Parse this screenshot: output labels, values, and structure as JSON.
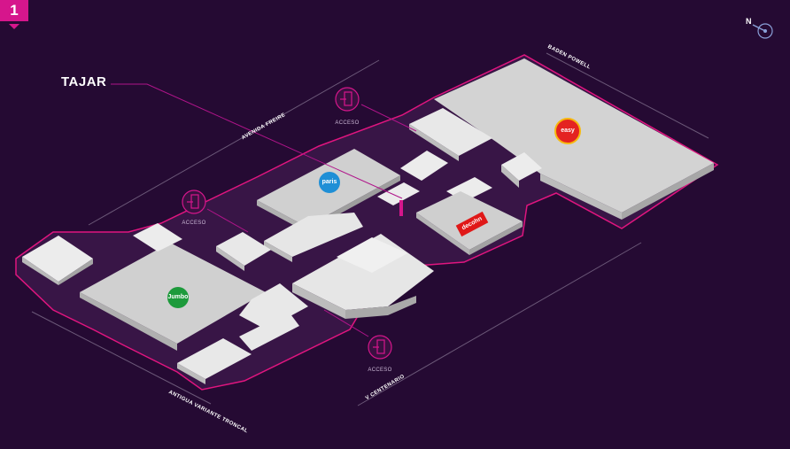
{
  "floor": {
    "number": "1"
  },
  "compass": {
    "label": "N"
  },
  "highlighted_store": {
    "name": "TAJAR"
  },
  "streets": {
    "avenida_freire": "AVENIDA FREIRE",
    "baden_powell": "BADEN POWELL",
    "antigua_variante": "ANTIGUA VARIANTE TRONCAL",
    "v_centenario": "V CENTENARIO"
  },
  "entrances": {
    "top": "ACCESO",
    "left": "ACCESO",
    "bottom": "ACCESO"
  },
  "anchor_logos": {
    "easy": "easy",
    "paris": "paris",
    "jumbo": "Jumbo",
    "deco": "decohn"
  },
  "colors": {
    "background": "#250a33",
    "accent": "#d6168c",
    "building": "#d9d9d9",
    "outline": "#e0157f"
  }
}
